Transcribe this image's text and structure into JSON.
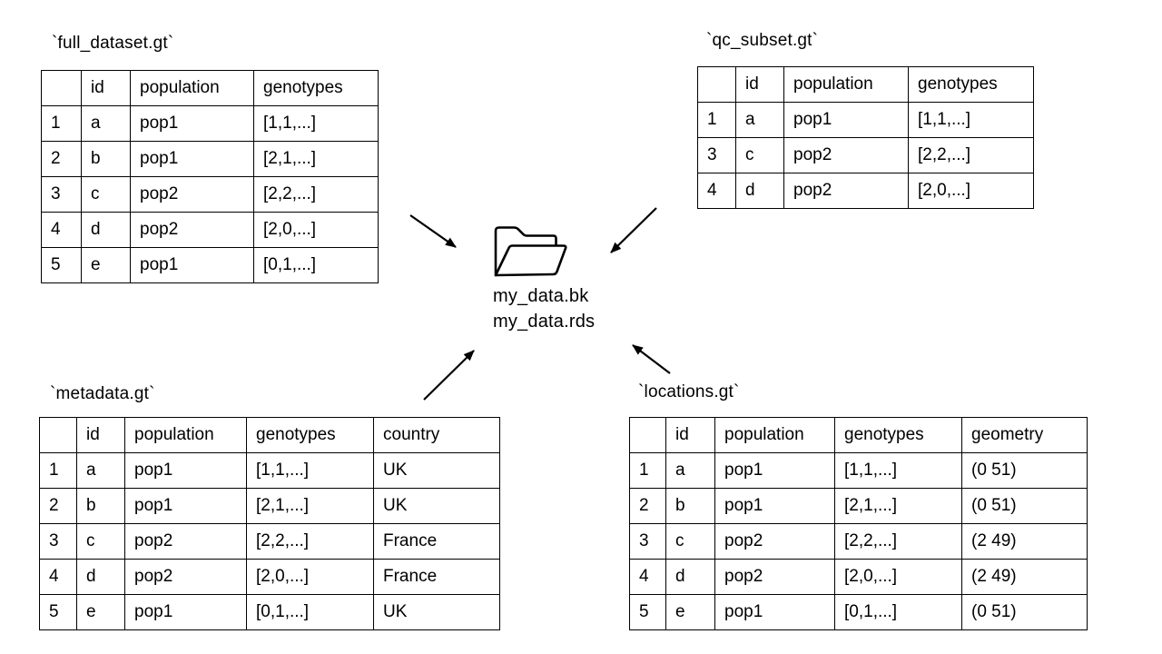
{
  "page": {
    "background": "#ffffff",
    "ink": "#000000"
  },
  "center": {
    "icon": "open-folder-icon",
    "files": [
      "my_data.bk",
      "my_data.rds"
    ]
  },
  "tables": [
    {
      "name": "full_dataset",
      "title": "`full_dataset.gt`",
      "headers": [
        "",
        "id",
        "population",
        "genotypes"
      ],
      "rows": [
        [
          "1",
          "a",
          "pop1",
          "[1,1,...]"
        ],
        [
          "2",
          "b",
          "pop1",
          "[2,1,...]"
        ],
        [
          "3",
          "c",
          "pop2",
          "[2,2,...]"
        ],
        [
          "4",
          "d",
          "pop2",
          "[2,0,...]"
        ],
        [
          "5",
          "e",
          "pop1",
          "[0,1,...]"
        ]
      ]
    },
    {
      "name": "qc_subset",
      "title": "`qc_subset.gt`",
      "headers": [
        "",
        "id",
        "population",
        "genotypes"
      ],
      "rows": [
        [
          "1",
          "a",
          "pop1",
          "[1,1,...]"
        ],
        [
          "3",
          "c",
          "pop2",
          "[2,2,...]"
        ],
        [
          "4",
          "d",
          "pop2",
          "[2,0,...]"
        ]
      ]
    },
    {
      "name": "metadata",
      "title": "`metadata.gt`",
      "headers": [
        "",
        "id",
        "population",
        "genotypes",
        "country"
      ],
      "rows": [
        [
          "1",
          "a",
          "pop1",
          "[1,1,...]",
          "UK"
        ],
        [
          "2",
          "b",
          "pop1",
          "[2,1,...]",
          "UK"
        ],
        [
          "3",
          "c",
          "pop2",
          "[2,2,...]",
          "France"
        ],
        [
          "4",
          "d",
          "pop2",
          "[2,0,...]",
          "France"
        ],
        [
          "5",
          "e",
          "pop1",
          "[0,1,...]",
          "UK"
        ]
      ]
    },
    {
      "name": "locations",
      "title": "`locations.gt`",
      "headers": [
        "",
        "id",
        "population",
        "genotypes",
        "geometry"
      ],
      "rows": [
        [
          "1",
          "a",
          "pop1",
          "[1,1,...]",
          "(0 51)"
        ],
        [
          "2",
          "b",
          "pop1",
          "[2,1,...]",
          "(0 51)"
        ],
        [
          "3",
          "c",
          "pop2",
          "[2,2,...]",
          "(2 49)"
        ],
        [
          "4",
          "d",
          "pop2",
          "[2,0,...]",
          "(2 49)"
        ],
        [
          "5",
          "e",
          "pop1",
          "[0,1,...]",
          "(0 51)"
        ]
      ]
    }
  ]
}
